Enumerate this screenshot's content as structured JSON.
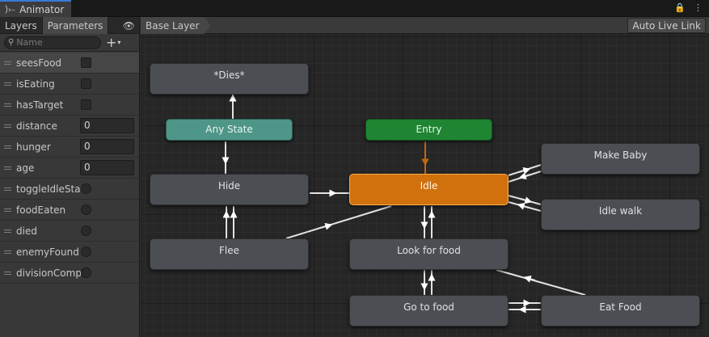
{
  "window": {
    "tab_title": "Animator",
    "tab_icon": "animator-icon",
    "lock_glyph": "🔒",
    "menu_glyph": "⋮"
  },
  "left_panel": {
    "tabs": [
      "Layers",
      "Parameters"
    ],
    "active_tab": "Parameters",
    "eye_glyph": "👁",
    "search_placeholder": "Name",
    "search_glyph": "⚲",
    "add_glyph": "+",
    "add_caret": "▾",
    "parameters": [
      {
        "name": "seesFood",
        "type": "bool",
        "value": ""
      },
      {
        "name": "isEating",
        "type": "bool",
        "value": ""
      },
      {
        "name": "hasTarget",
        "type": "bool",
        "value": ""
      },
      {
        "name": "distance",
        "type": "float",
        "value": "0"
      },
      {
        "name": "hunger",
        "type": "float",
        "value": "0"
      },
      {
        "name": "age",
        "type": "float",
        "value": "0"
      },
      {
        "name": "toggleIdleStat",
        "type": "trigger",
        "value": ""
      },
      {
        "name": "foodEaten",
        "type": "trigger",
        "value": ""
      },
      {
        "name": "died",
        "type": "trigger",
        "value": ""
      },
      {
        "name": "enemyFound",
        "type": "trigger",
        "value": ""
      },
      {
        "name": "divisionComp",
        "type": "trigger",
        "value": ""
      }
    ]
  },
  "graph": {
    "breadcrumb": "Base Layer",
    "auto_live_link": "Auto Live Link",
    "states": {
      "dies": "*Dies*",
      "any_state": "Any State",
      "entry": "Entry",
      "idle": "Idle",
      "hide": "Hide",
      "flee": "Flee",
      "look_for_food": "Look for food",
      "go_to_food": "Go to food",
      "make_baby": "Make Baby",
      "idle_walk": "Idle walk",
      "eat_food": "Eat Food"
    }
  },
  "colors": {
    "accent_tab": "#3a7ad8",
    "any_state": "#4e9688",
    "entry": "#1f8532",
    "idle_default": "#d0710e",
    "transition": "#e2e2e2",
    "entry_transition": "#c06a10"
  }
}
